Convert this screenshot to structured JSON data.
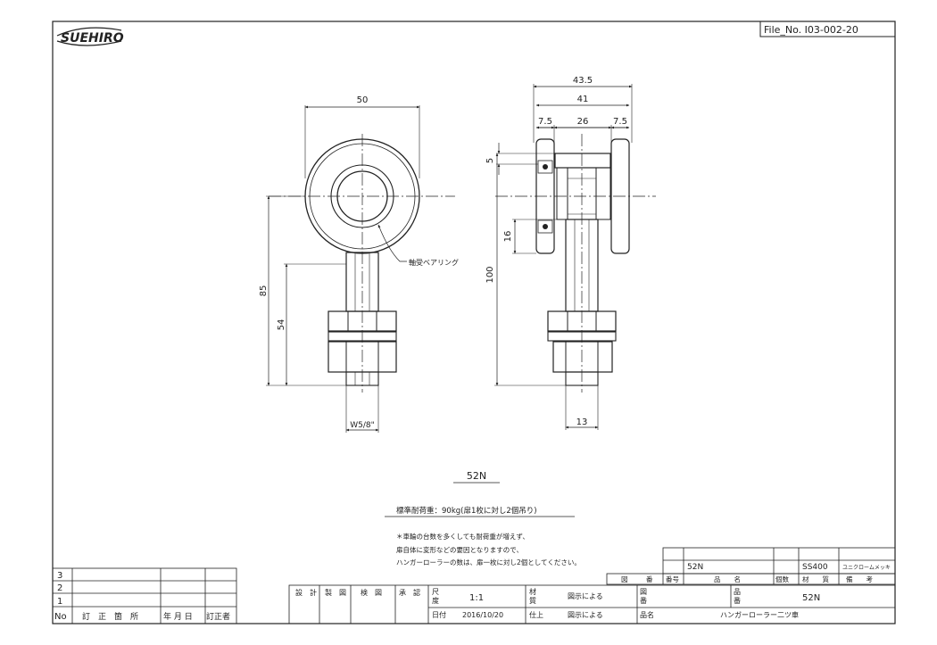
{
  "logo": "SUEHIRO",
  "file_no": "File_No. I03-002-20",
  "front_view": {
    "width_dim": "50",
    "height_85": "85",
    "height_54": "54",
    "thread_dim": "W5/8\"",
    "bearing_label": "軸受ベアリング"
  },
  "side_view": {
    "dim_43_5": "43.5",
    "dim_41": "41",
    "dim_7_5_left": "7.5",
    "dim_26": "26",
    "dim_7_5_right": "7.5",
    "dim_5": "5",
    "dim_16": "16",
    "dim_100": "100",
    "dim_13": "13"
  },
  "model_label": "52N",
  "load_note": "標準耐荷重：90kg(扉1枚に対し2個吊り)",
  "notes": [
    "＊車輪の台数を多くしても耐荷重が増えず、",
    "扉自体に変形などの要因となりますので、",
    "ハンガーローラーの数は、扉一枚に対し2個としてください。"
  ],
  "parts_row": {
    "part_no": "52N",
    "material": "SS400",
    "remark": "ユニクロームメッキ"
  },
  "parts_header": {
    "drawing": "図",
    "number": "番",
    "seq": "番号",
    "name": "品　　名",
    "qty": "個数",
    "material": "材　　質",
    "remark": "備　　考"
  },
  "revision": {
    "rows": [
      "3",
      "2",
      "1"
    ],
    "header_no": "No",
    "header_place": "訂　正　箇　所",
    "header_date": "年 月 日",
    "header_person": "訂正者"
  },
  "approval": {
    "design": "設　計",
    "drafting": "製　図",
    "checking": "検　図",
    "approval": "承　認"
  },
  "title_block": {
    "scale_label_1": "尺",
    "scale_label_2": "度",
    "scale_value": "1:1",
    "date_label": "日付",
    "date_value": "2016/10/20",
    "material_label_1": "材",
    "material_label_2": "質",
    "material_value": "図示による",
    "finish_label": "仕上",
    "finish_value": "図示による",
    "drawing_no_label_1": "図",
    "drawing_no_label_2": "番",
    "product_no_label_1": "品",
    "product_no_label_2": "番",
    "product_no_value": "52N",
    "product_name_label": "品名",
    "product_name_value": "ハンガーローラー二ツ車"
  }
}
